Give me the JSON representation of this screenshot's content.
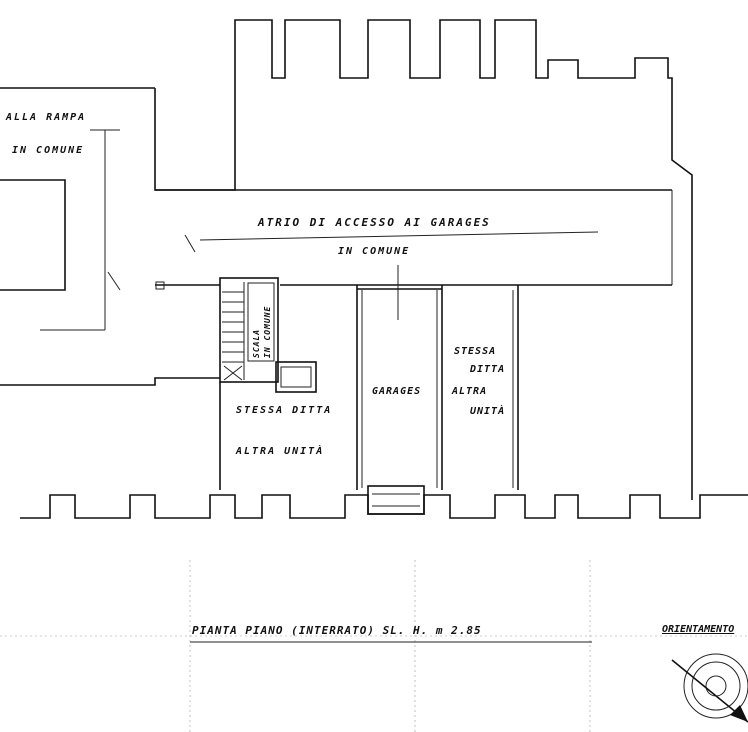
{
  "labels": {
    "ramp_line1": "ALLA RAMPA",
    "ramp_line2": "IN COMUNE",
    "atrium_line1": "ATRIO DI ACCESSO AI GARAGES",
    "atrium_line2": "IN COMUNE",
    "stair_line1": "SCALA",
    "stair_line2": "IN COMUNE",
    "left_unit_line1": "STESSA DITTA",
    "left_unit_line2": "ALTRA UNITÀ",
    "garage": "GARAGES",
    "right_unit_line1": "STESSA",
    "right_unit_line2": "DITTA",
    "right_unit_line3": "ALTRA",
    "right_unit_line4": "UNITÀ",
    "caption": "PIANTA PIANO (INTERRATO) SL. H. m 2.85",
    "orientation": "ORIENTAMENTO"
  },
  "icons": {
    "compass": "north-arrow-icon"
  },
  "colors": {
    "ink": "#111111",
    "paper": "#ffffff"
  }
}
